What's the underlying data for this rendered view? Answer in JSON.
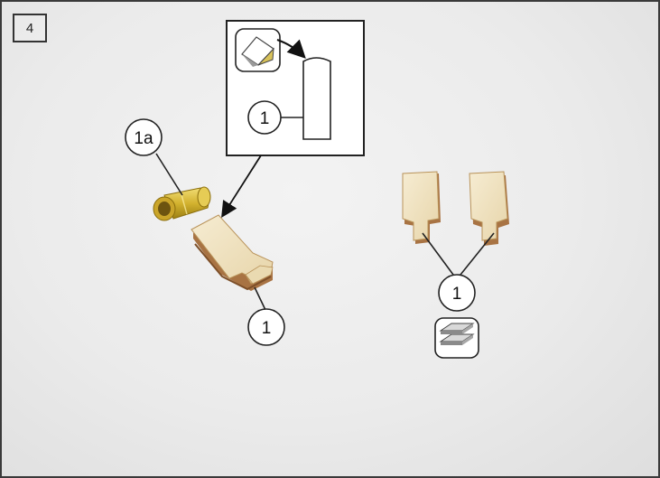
{
  "step": {
    "number": "4"
  },
  "callouts": {
    "inset_part": "1",
    "tube_part": "1a",
    "assembled_part": "1",
    "pair_part": "1"
  },
  "icons": {
    "inset_sticker": "peel-adhesive-icon",
    "stack": "two-layers-icon"
  },
  "colors": {
    "frame": "#3a3a3a",
    "wood": "#efe2bf",
    "wood_edge": "#b07c47",
    "brass": "#d8b93a",
    "sticker": "#d8c25a"
  }
}
